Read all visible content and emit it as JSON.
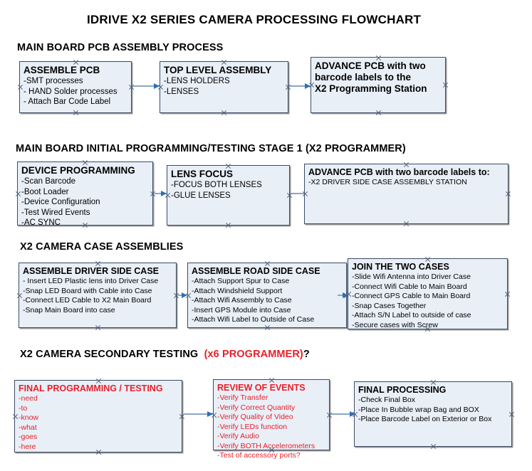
{
  "document": {
    "title": "IDRIVE X2  SERIES CAMERA PROCESSING FLOWCHART"
  },
  "sections": [
    {
      "id": "main-board-pcb-assembly",
      "heading": "MAIN BOARD PCB ASSEMBLY PROCESS",
      "heading_accent": "",
      "heading_suffix": ""
    },
    {
      "id": "main-board-initial-programming",
      "heading": "MAIN BOARD INITIAL PROGRAMMING/TESTING STAGE 1 (X2 PROGRAMMER)",
      "heading_accent": "",
      "heading_suffix": ""
    },
    {
      "id": "x2-camera-case-assemblies",
      "heading": "X2 CAMERA CASE ASSEMBLIES",
      "heading_accent": "",
      "heading_suffix": ""
    },
    {
      "id": "x2-camera-secondary-testing",
      "heading": "X2 CAMERA SECONDARY TESTING",
      "heading_accent": "(x6 PROGRAMMER)",
      "heading_suffix": "?"
    }
  ],
  "nodes": {
    "assemble_pcb": {
      "title": "ASSEMBLE PCB",
      "lines": [
        "-SMT processes",
        "- HAND Solder processes",
        "- Attach Bar Code Label"
      ]
    },
    "top_level_assembly": {
      "title": "TOP LEVEL ASSEMBLY",
      "lines": [
        "-LENS HOLDERS",
        "-LENSES"
      ]
    },
    "advance_pcb_station": {
      "title": "ADVANCE PCB with two",
      "lines": [
        "barcode labels to the",
        " X2 Programming Station"
      ]
    },
    "device_programming": {
      "title": "DEVICE PROGRAMMING",
      "lines": [
        "-Scan Barcode",
        "-Boot Loader",
        "-Device Configuration",
        "-Test Wired Events",
        "-AC SYNC"
      ]
    },
    "lens_focus": {
      "title": "LENS FOCUS",
      "lines": [
        "-FOCUS BOTH LENSES",
        "-GLUE LENSES"
      ]
    },
    "advance_pcb_driver_case": {
      "title": "ADVANCE PCB with two barcode labels to:",
      "lines": [
        "-X2 DRIVER  SIDE  CASE  ASSEMBLY STATION"
      ]
    },
    "assemble_driver_side_case": {
      "title": "ASSEMBLE DRIVER SIDE CASE",
      "lines": [
        "- Insert LED Plastic lens into Driver Case",
        "-Snap LED Board with Cable into Case",
        "-Connect LED Cable to X2 Main Board",
        "-Snap Main Board into case"
      ]
    },
    "assemble_road_side_case": {
      "title": "ASSEMBLE ROAD SIDE CASE",
      "lines": [
        "-Attach Support Spur to Case",
        "-Attach Windshield Support",
        "-Attach Wifi Assembly to Case",
        "-Insert GPS Module into Case",
        "-Attach Wifi Label to Outside of Case"
      ]
    },
    "join_the_two_cases": {
      "title": "JOIN THE TWO CASES",
      "lines": [
        "-Slide Wifi Antenna into Driver Case",
        "-Connect Wifi Cable to Main Board",
        "-Connect GPS Cable to Main Board",
        "-Snap Cases Together",
        "-Attach S/N Label to outside of case",
        "-Secure cases with Screw"
      ]
    },
    "final_programming_testing": {
      "title": "FINAL PROGRAMMING / TESTING",
      "lines": [
        "-need",
        "-to",
        "-know",
        "-what",
        "-goes",
        "-here"
      ]
    },
    "review_of_events": {
      "title": "REVIEW OF EVENTS",
      "lines": [
        "-Verify Transfer",
        "-Verify Correct Quantity",
        "-Verify Quality of Video",
        "-Verify LEDs function",
        "-Verify Audio",
        "-Verify BOTH Accelerometers",
        "-Test of accessory ports?"
      ]
    },
    "final_processing": {
      "title": "FINAL PROCESSING",
      "lines": [
        " -Check Final Box",
        "-Place In Bubble wrap Bag and BOX",
        "-Place Barcode Label on Exterior or Box"
      ]
    }
  },
  "colors": {
    "node_fill": "#e9eff7",
    "node_border": "#3b4a63",
    "accent_red": "#e8202a",
    "connector": "#8aa6c4",
    "arrow_head": "#2f6fb5"
  }
}
